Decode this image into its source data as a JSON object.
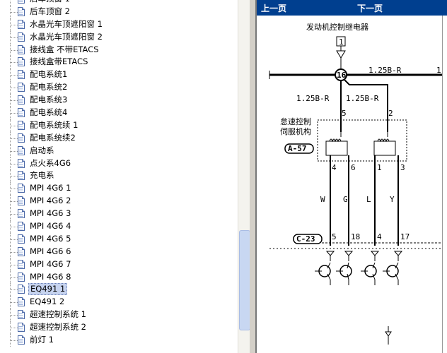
{
  "tree": {
    "items": [
      {
        "label": "后车顶窗 1",
        "selected": false
      },
      {
        "label": "后车顶窗 2",
        "selected": false
      },
      {
        "label": "水晶光车顶遮阳窗 1",
        "selected": false
      },
      {
        "label": "水晶光车顶遮阳窗 2",
        "selected": false
      },
      {
        "label": "接线盒 不带ETACS",
        "selected": false
      },
      {
        "label": "接线盒带ETACS",
        "selected": false
      },
      {
        "label": "配电系统1",
        "selected": false
      },
      {
        "label": "配电系统2",
        "selected": false
      },
      {
        "label": "配电系统3",
        "selected": false
      },
      {
        "label": "配电系统4",
        "selected": false
      },
      {
        "label": "配电系统续 1",
        "selected": false
      },
      {
        "label": "配电系统续2",
        "selected": false
      },
      {
        "label": "启动系",
        "selected": false
      },
      {
        "label": "点火系4G6",
        "selected": false
      },
      {
        "label": "充电系",
        "selected": false
      },
      {
        "label": "MPI 4G6 1",
        "selected": false
      },
      {
        "label": "MPI 4G6 2",
        "selected": false
      },
      {
        "label": "MPI 4G6 3",
        "selected": false
      },
      {
        "label": "MPI 4G6 4",
        "selected": false
      },
      {
        "label": "MPI 4G6 5",
        "selected": false
      },
      {
        "label": "MPI 4G6 6",
        "selected": false
      },
      {
        "label": "MPI 4G6 7",
        "selected": false
      },
      {
        "label": "MPI 4G6 8",
        "selected": false
      },
      {
        "label": "EQ491 1",
        "selected": true
      },
      {
        "label": "EQ491 2",
        "selected": false
      },
      {
        "label": "超速控制系统 1",
        "selected": false
      },
      {
        "label": "超速控制系统 2",
        "selected": false
      },
      {
        "label": "前灯 1",
        "selected": false
      }
    ]
  },
  "nav": {
    "prev": "上一页",
    "next": "下一页"
  },
  "diagram": {
    "title": "发动机控制继电器",
    "top_terminal": "1",
    "junction": "16",
    "wire_main": "1.25B-R",
    "wire_right_num": "1",
    "wire_left": "1.25B-R",
    "wire_right": "1.25B-R",
    "pin_a": "5",
    "pin_b": "2",
    "servo_label_1": "怠速控制",
    "servo_label_2": "伺服机构",
    "servo_code": "A-57",
    "motor_pins": [
      "4",
      "6",
      "1",
      "3"
    ],
    "wire_colors": [
      "W",
      "G",
      "L",
      "Y"
    ],
    "connector_code": "C-23",
    "connector_pins": [
      "5",
      "18",
      "4",
      "17"
    ]
  }
}
